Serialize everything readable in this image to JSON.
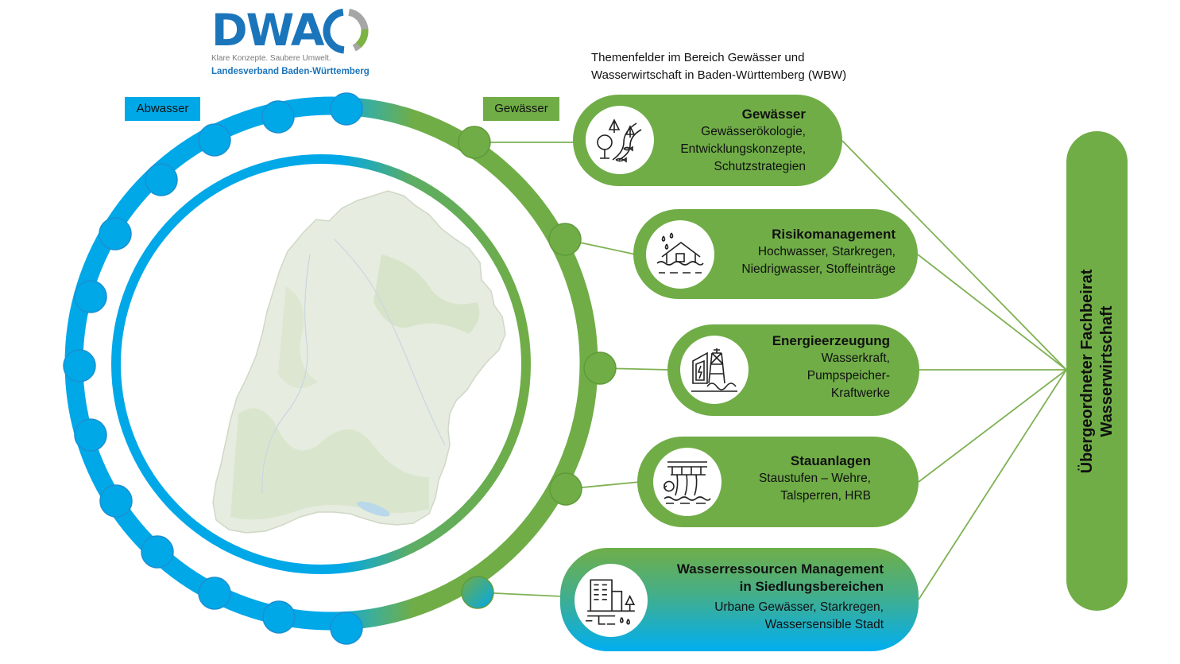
{
  "logo": {
    "wordmark": "DWA",
    "tagline": "Klare Konzepte. Saubere Umwelt.",
    "region": "Landesverband Baden-Württemberg",
    "colors": {
      "blue": "#1b75bb",
      "gray": "#a6a6a6",
      "green": "#7cb342"
    }
  },
  "intro": {
    "line1": "Themenfelder im Bereich Gewässer und",
    "line2": "Wasserwirtschaft in Baden-Württemberg (WBW)"
  },
  "tags": {
    "abwasser": "Abwasser",
    "gewaesser": "Gewässer"
  },
  "topics": [
    {
      "title": "Gewässer",
      "lines": [
        "Gewässerökologie,",
        "Entwicklungskonzepte,",
        "Schutzstrategien"
      ],
      "icon": "river-landscape-icon"
    },
    {
      "title": "Risikomanagement",
      "lines": [
        "Hochwasser, Starkregen,",
        "Niedrigwasser, Stoffeinträge"
      ],
      "icon": "flooded-house-icon"
    },
    {
      "title": "Energieerzeugung",
      "lines": [
        "Wasserkraft,",
        "Pumpspeicher-",
        "Kraftwerke"
      ],
      "icon": "hydropower-plant-icon"
    },
    {
      "title": "Stauanlagen",
      "lines": [
        "Staustufen – Wehre,",
        "Talsperren, HRB"
      ],
      "icon": "dam-weir-icon"
    },
    {
      "title_lines": [
        "Wasserressourcen Management",
        "in Siedlungsbereichen"
      ],
      "lines": [
        "Urbane Gewässer, Starkregen,",
        "Wassersensible Stadt"
      ],
      "icon": "urban-water-icon"
    }
  ],
  "board": {
    "line1": "Übergeordneter Fachbeirat",
    "line2": "Wasserwirtschaft"
  },
  "colors": {
    "green": "#70ad47",
    "blue": "#00a8e8",
    "line_green": "#7fb153"
  }
}
